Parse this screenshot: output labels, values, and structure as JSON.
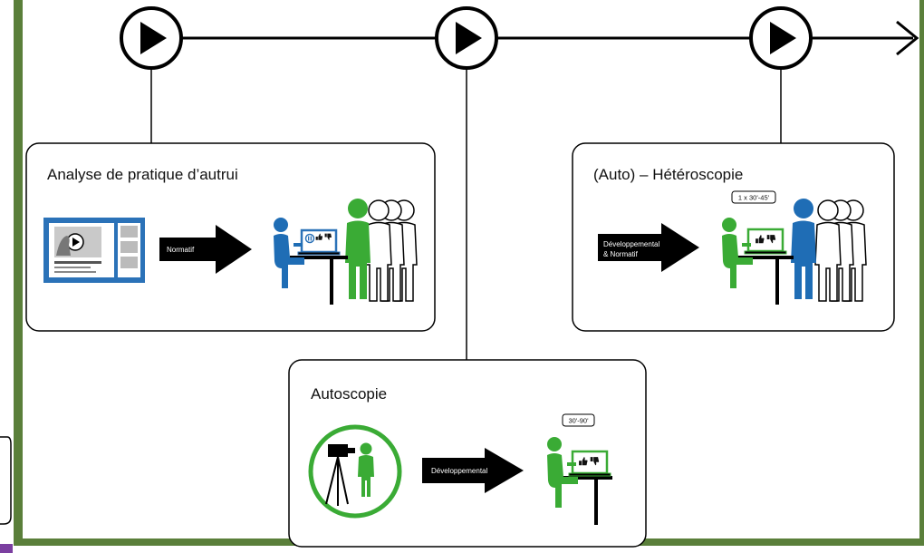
{
  "colors": {
    "frame_green": "#5a7f3a",
    "figure_green": "#3aab35",
    "figure_blue": "#1f6db5",
    "monitor_blue": "#2b72b8",
    "edge_purple": "#7b3fa0",
    "ink": "#000000"
  },
  "timeline": {
    "stages": [
      {
        "icon": "play-icon"
      },
      {
        "icon": "play-icon"
      },
      {
        "icon": "play-icon"
      }
    ]
  },
  "cards": {
    "analyse": {
      "title": "Analyse de pratique d’autrui",
      "arrow_label": "Normatif"
    },
    "autoscopie": {
      "title": "Autoscopie",
      "arrow_label": "Développemental",
      "duration": "30'-90'"
    },
    "hetero": {
      "title": "(Auto) – Hétéroscopie",
      "arrow_label_line1": "Développemental",
      "arrow_label_line2": "& Normatif",
      "duration": "1 x 30'-45'"
    }
  }
}
